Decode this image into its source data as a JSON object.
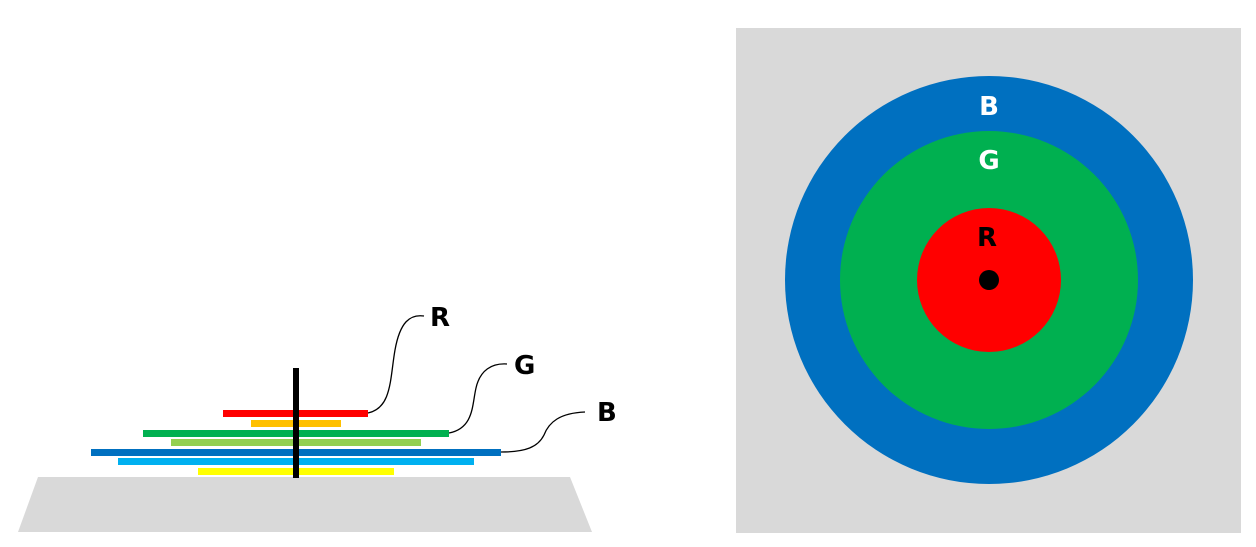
{
  "side_view": {
    "labels": {
      "r": "R",
      "g": "G",
      "b": "B"
    }
  },
  "top_view": {
    "labels": {
      "b": "B",
      "g": "G",
      "r": "R"
    }
  },
  "colors": {
    "red": "#ff0000",
    "orange": "#ffc000",
    "green": "#00b050",
    "light_green": "#92d050",
    "blue": "#0070c0",
    "light_blue": "#00b0f0",
    "yellow": "#ffff00",
    "gray": "#d9d9d9",
    "black": "#000000",
    "white": "#ffffff"
  }
}
